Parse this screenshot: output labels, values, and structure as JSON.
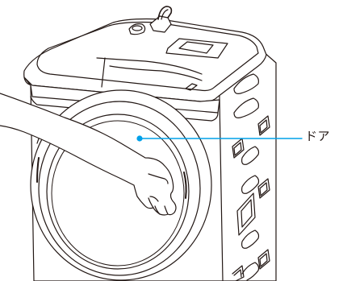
{
  "callout": {
    "label": "ドア"
  },
  "colors": {
    "line": "#231815",
    "accent": "#00a0e9",
    "fill": "#ffffff"
  },
  "icons": {
    "washer": "washing-machine-illustration",
    "hand": "hand-illustration"
  }
}
